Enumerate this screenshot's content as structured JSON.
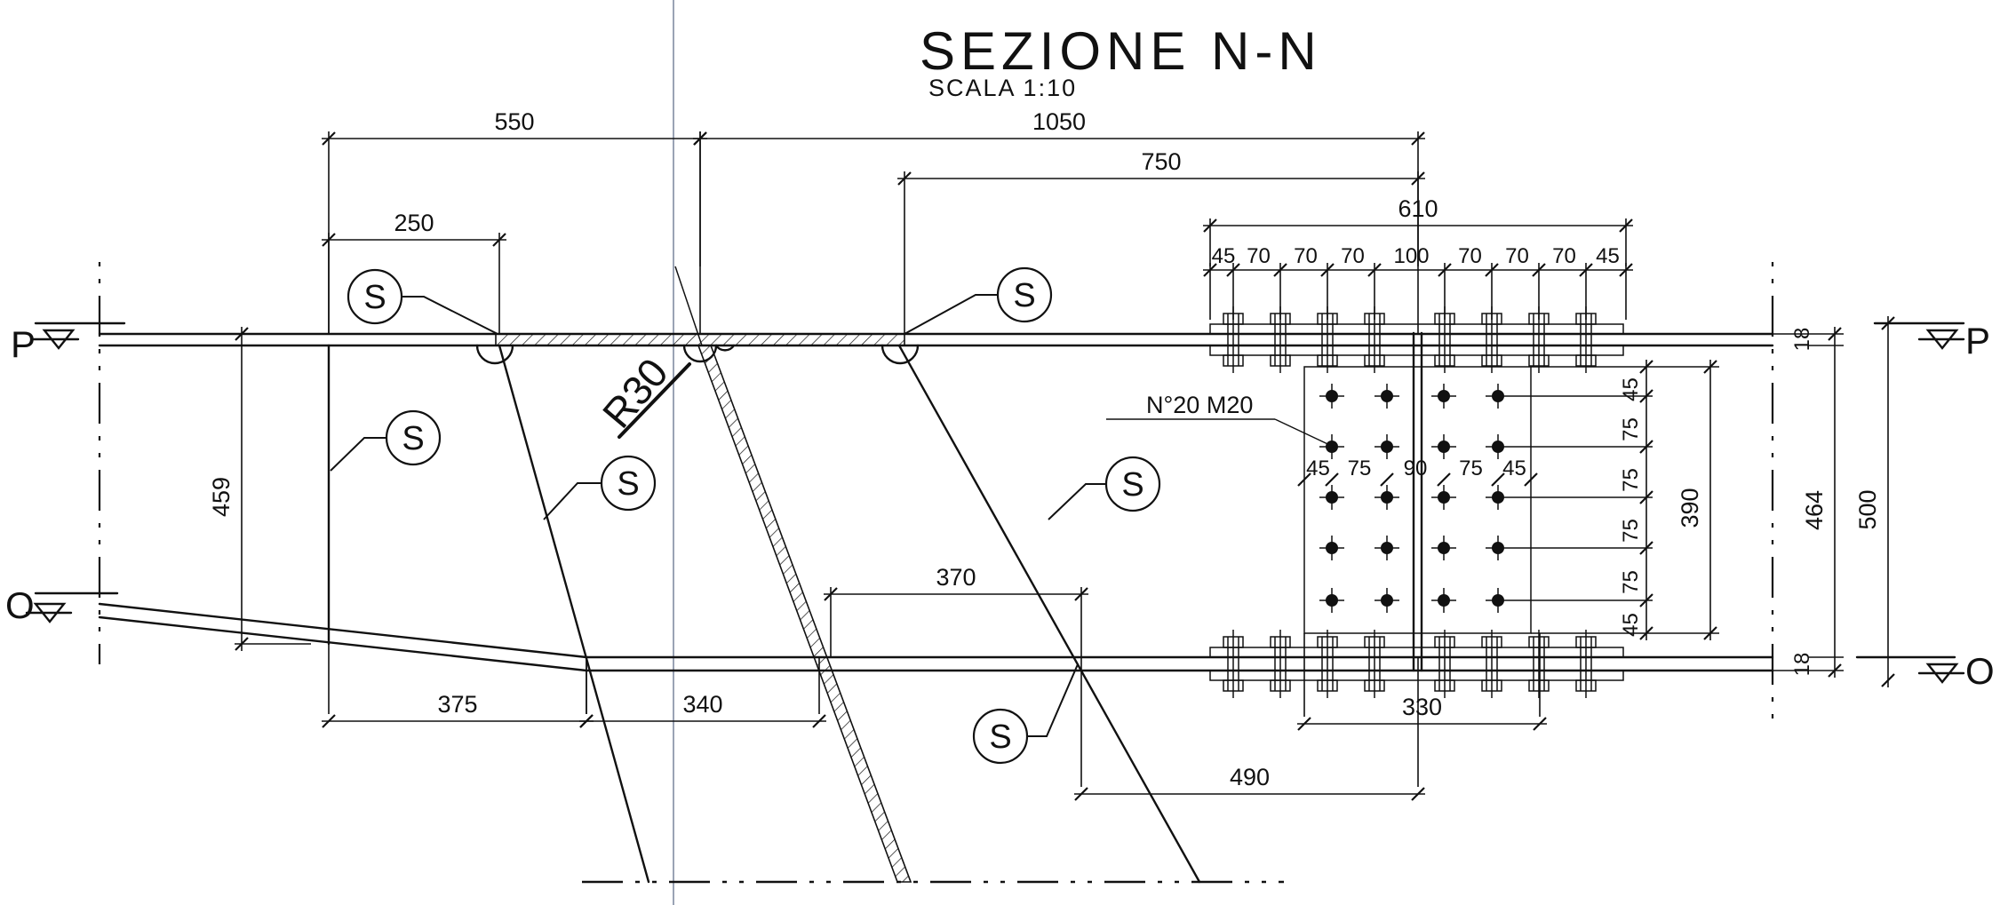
{
  "title": "SEZIONE N-N",
  "scale": "SCALA 1:10",
  "dims": {
    "d550": "550",
    "d1050": "1050",
    "d750": "750",
    "d610": "610",
    "d250": "250",
    "d459": "459",
    "d375": "375",
    "d340": "340",
    "d370": "370",
    "d490": "490",
    "d330": "330",
    "d390": "390",
    "d464": "464",
    "d500": "500",
    "d18a": "18",
    "d18b": "18",
    "pitch_top": [
      "45",
      "70",
      "70",
      "70",
      "100",
      "70",
      "70",
      "70",
      "45"
    ],
    "pitch_plate": [
      "45",
      "75",
      "90",
      "75",
      "45"
    ],
    "pitch_vert": [
      "45",
      "75",
      "75",
      "75",
      "75",
      "45"
    ]
  },
  "radius": "R30",
  "bolts_note": "N°20 M20",
  "weld_symbol": "S",
  "section_marks": {
    "p_left": "P",
    "p_right": "P",
    "o_left": "O",
    "o_right": "O"
  }
}
